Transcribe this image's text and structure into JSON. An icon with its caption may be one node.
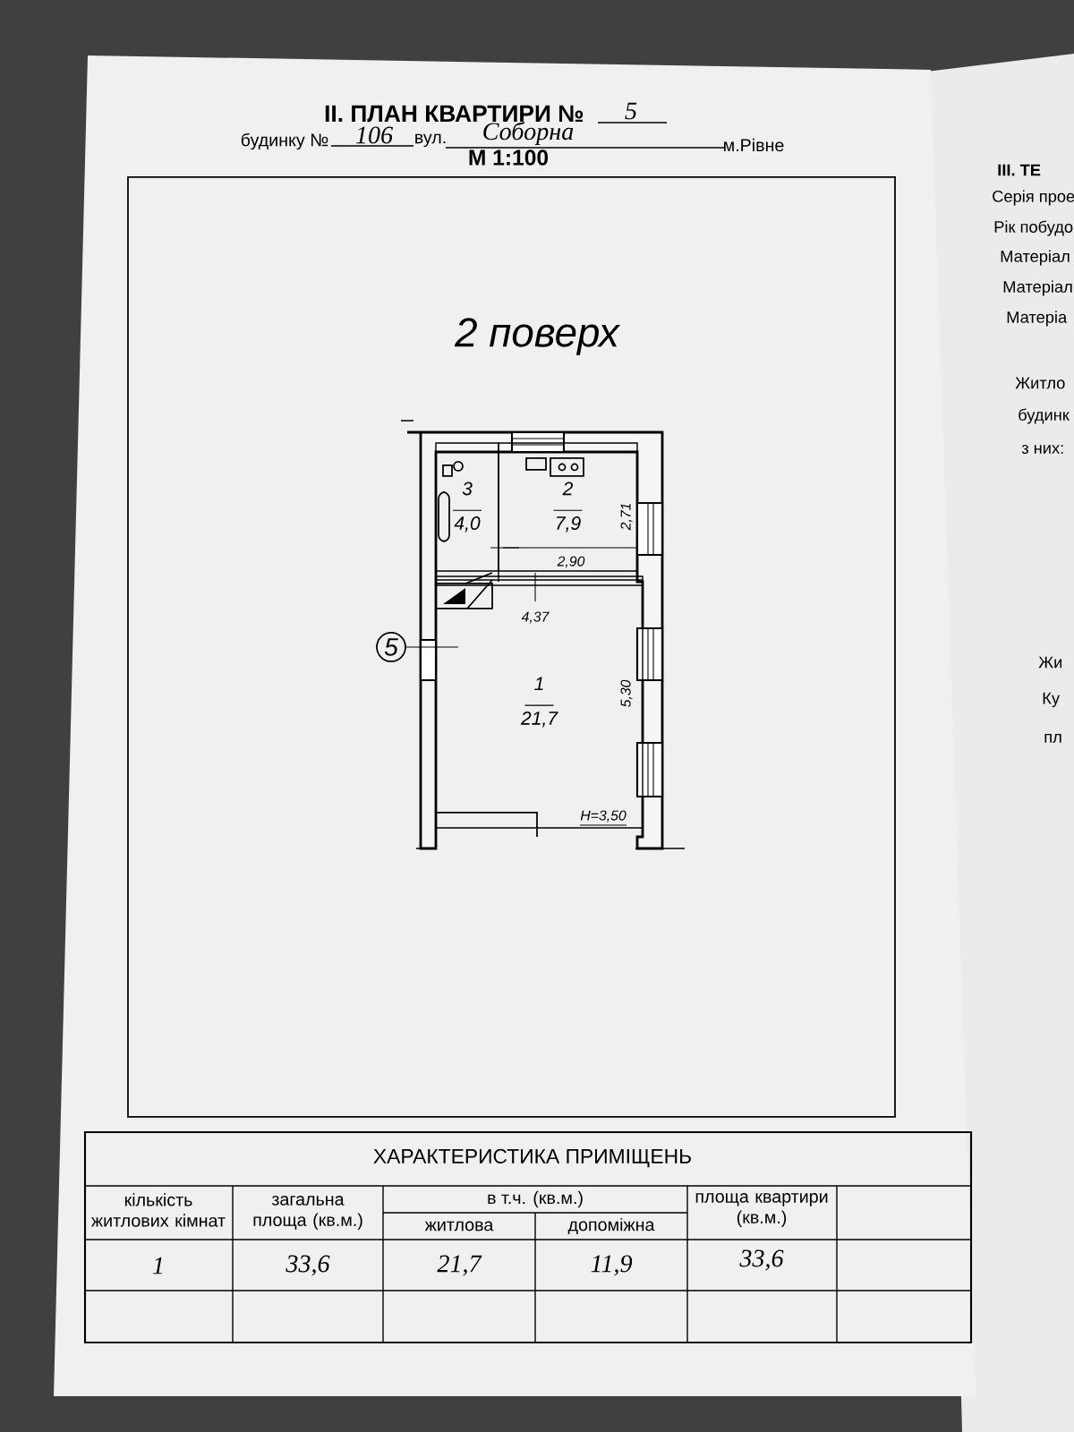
{
  "diagram": {
    "title": "II. ПЛАН КВАРТИРИ №",
    "nodes": [
      {
        "text": [
          "3",
          "4,0"
        ]
      },
      {
        "text": [
          "2",
          "7,9"
        ]
      },
      {
        "text": [
          "1",
          "21,7"
        ]
      },
      {
        "text": [
          "5"
        ]
      }
    ],
    "labels": [
      "5",
      "будинку №",
      "106",
      "вул.",
      "Соборна",
      "м.Рівне",
      "М 1:100",
      "2 поверх",
      "2,71",
      "2,90",
      "4,37",
      "5,30",
      "H=3,50",
      "ХАРАКТЕРИСТИКА ПРИМІЩЕНЬ",
      "кількість житлових кімнат",
      "загальна площа (кв.м.)",
      "в т.ч. (кв.м.)",
      "площа квартири (кв.м.)",
      "житлова",
      "допоміжна",
      "1",
      "33,6",
      "21,7",
      "11,9",
      "33,6",
      "III. ТЕ",
      "Серія прое",
      "Рік побудо",
      "Матеріал",
      "Матеріал",
      "Матеріа",
      "Житло",
      "будинк",
      "з них:",
      "Жи",
      "Ку",
      "пл"
    ]
  }
}
